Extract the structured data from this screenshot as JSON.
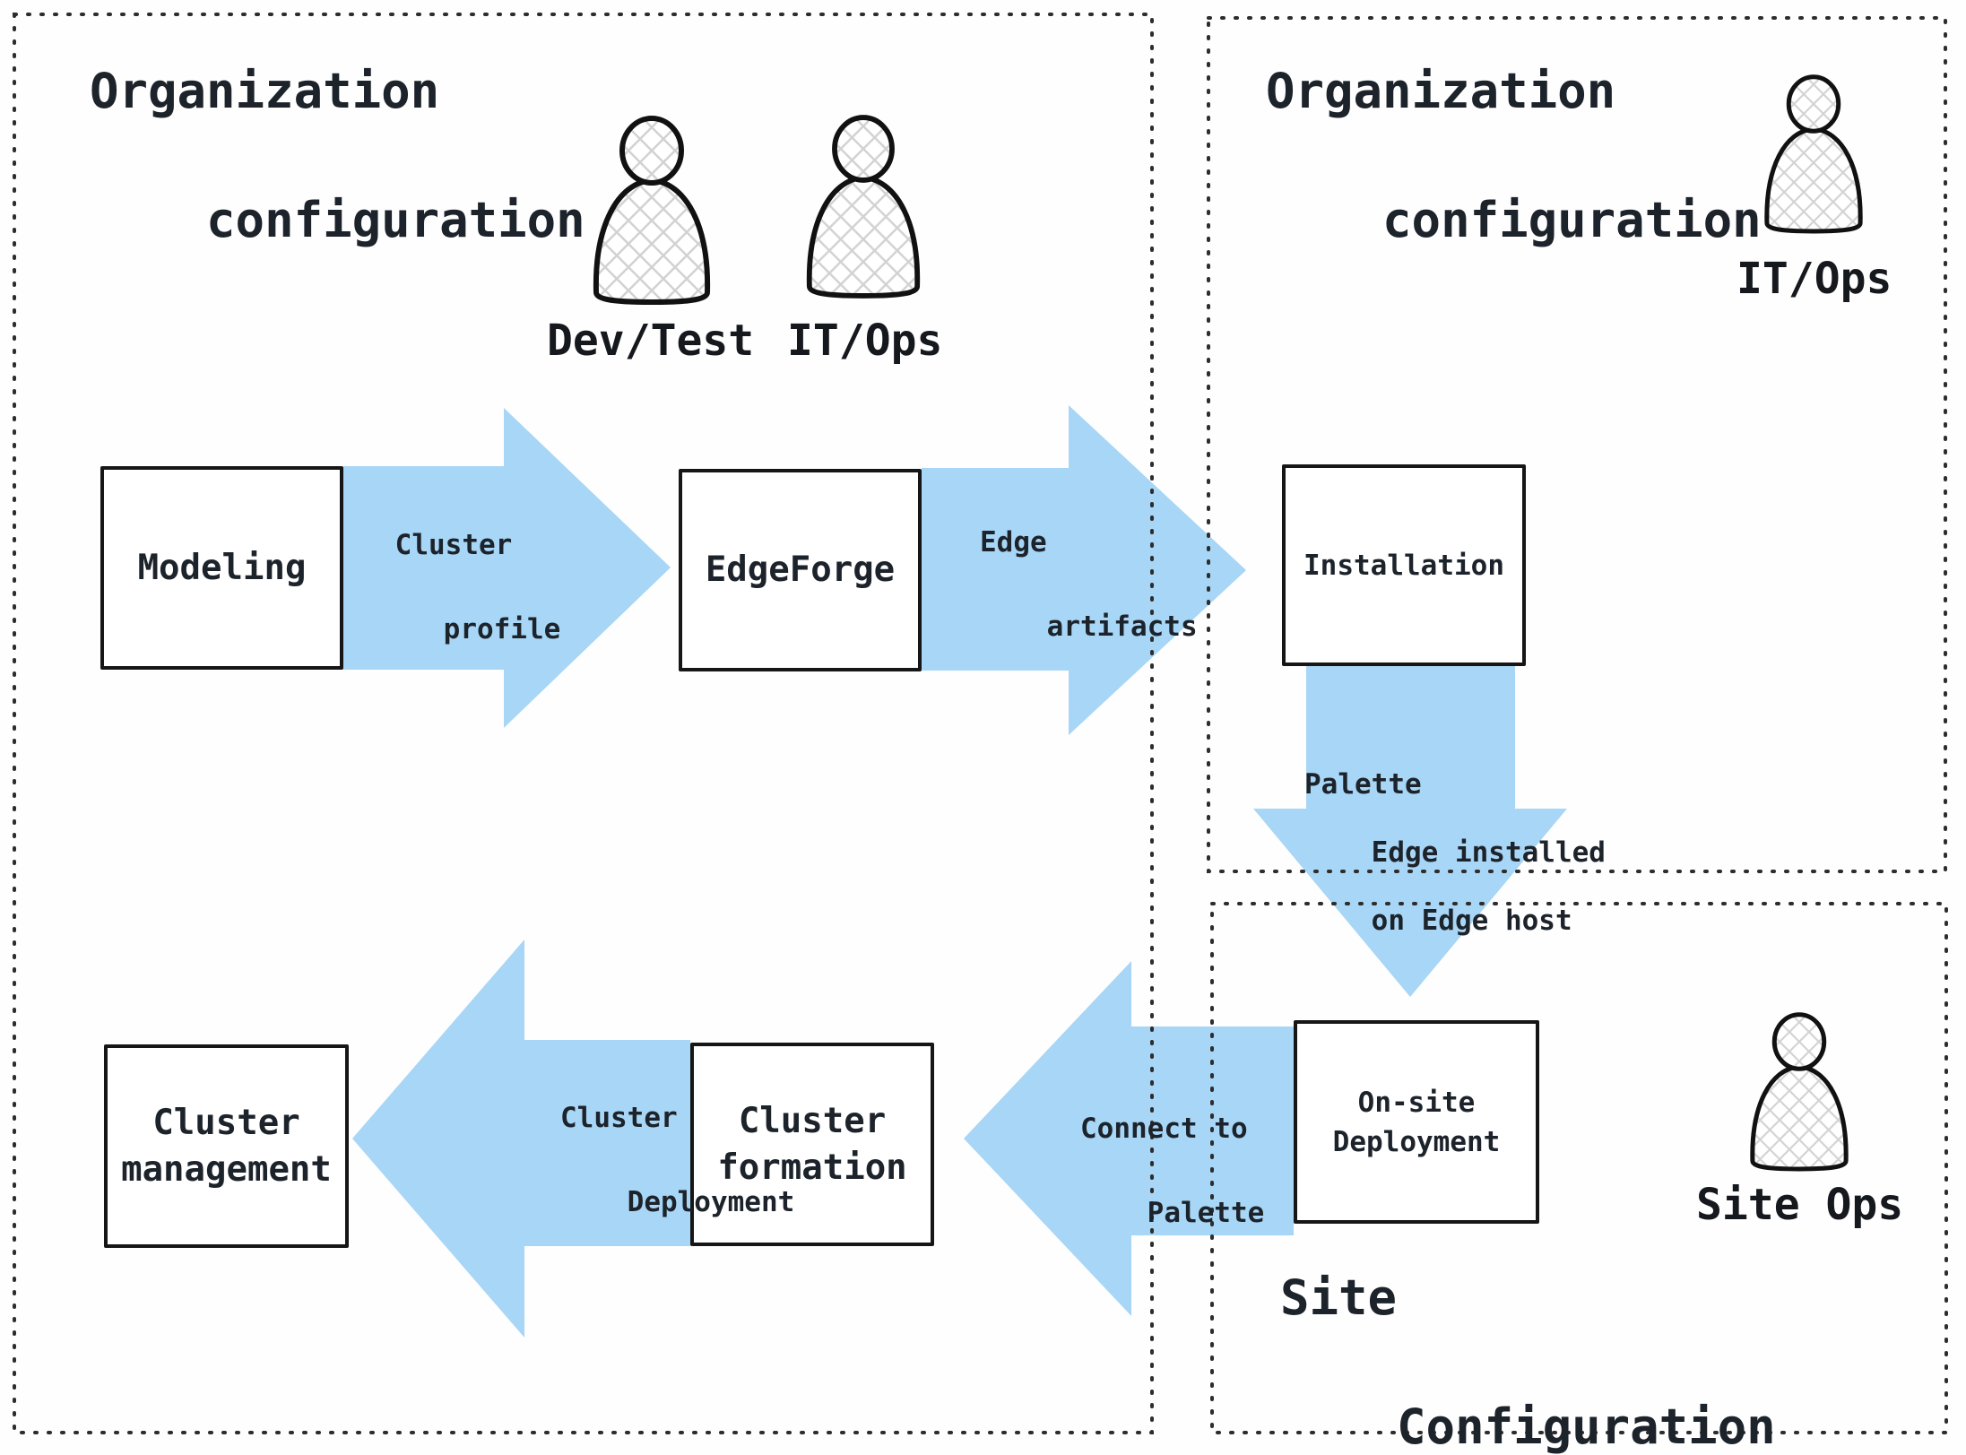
{
  "colors": {
    "arrow_fill": "#a8d6f6",
    "box_border": "#161616",
    "box_fill": "#ffffff",
    "text": "#1d232b",
    "dashed_border": "#2d2d2d",
    "hatch_line": "#d2d2d2",
    "background": "#fefefe"
  },
  "sections": {
    "org_left": {
      "title_line1": "Organization",
      "title_line2": "configuration"
    },
    "org_right": {
      "title_line1": "Organization",
      "title_line2": "configuration"
    },
    "site": {
      "title_line1": "Site",
      "title_line2": "Configuration"
    }
  },
  "personas": {
    "dev_test": {
      "label": "Dev/Test"
    },
    "it_ops_left": {
      "label": "IT/Ops"
    },
    "it_ops_right": {
      "label": "IT/Ops"
    },
    "site_ops": {
      "label": "Site Ops"
    }
  },
  "nodes": {
    "modeling": {
      "label": "Modeling"
    },
    "edgeforge": {
      "label": "EdgeForge"
    },
    "installation": {
      "label": "Installation"
    },
    "onsite_deployment": {
      "line1": "On-site",
      "line2": "Deployment"
    },
    "cluster_formation": {
      "line1": "Cluster",
      "line2": "formation"
    },
    "cluster_management": {
      "line1": "Cluster",
      "line2": "management"
    }
  },
  "arrows": {
    "cluster_profile": {
      "line1": "Cluster",
      "line2": "profile"
    },
    "edge_artifacts": {
      "line1": "Edge",
      "line2": "artifacts"
    },
    "palette_edge_installed": {
      "line1": "Palette",
      "line2": "Edge installed",
      "line3": "on Edge host"
    },
    "connect_to_palette": {
      "line1": "Connect to",
      "line2": "Palette"
    },
    "cluster_deployment": {
      "line1": "Cluster",
      "line2": "Deployment"
    }
  }
}
